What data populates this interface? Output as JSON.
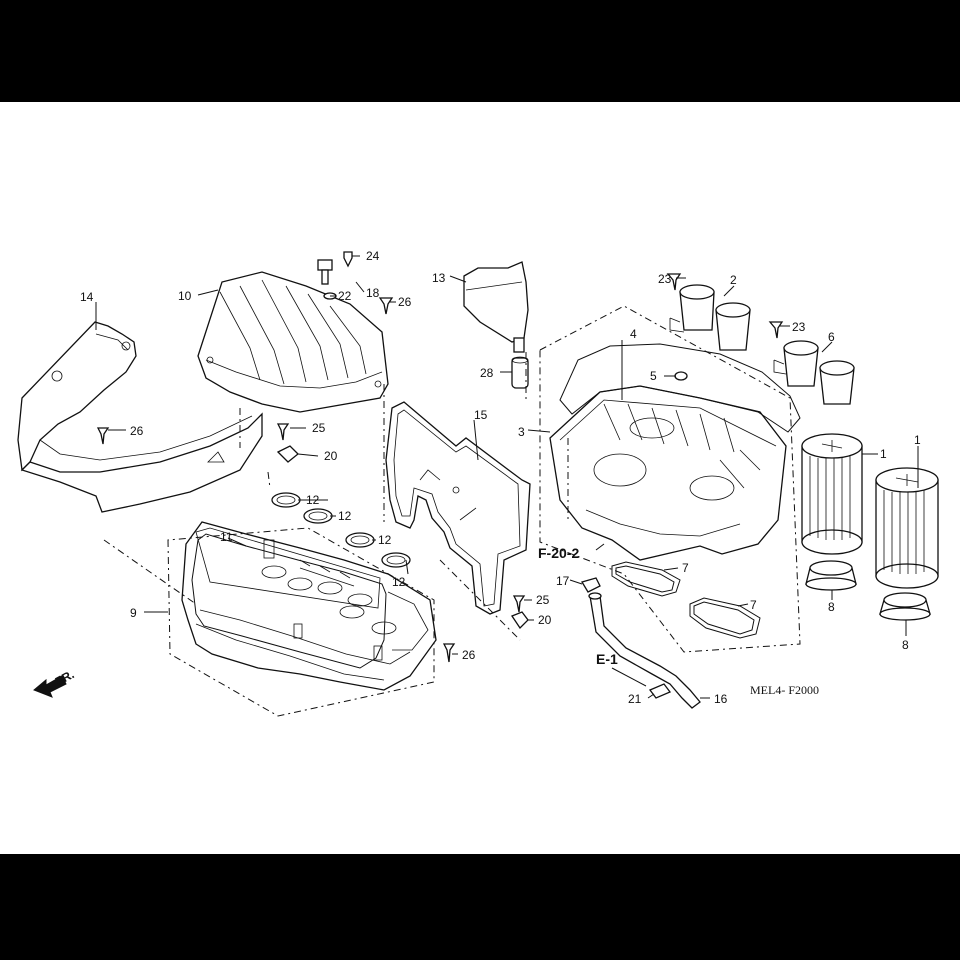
{
  "diagram": {
    "code": "MEL4- F2000",
    "direction_label": "FR.",
    "references": [
      "F-20-2",
      "E-1"
    ],
    "callouts": [
      {
        "id": "c1a",
        "text": "1"
      },
      {
        "id": "c1b",
        "text": "1"
      },
      {
        "id": "c2",
        "text": "2"
      },
      {
        "id": "c3",
        "text": "3"
      },
      {
        "id": "c4",
        "text": "4"
      },
      {
        "id": "c5",
        "text": "5"
      },
      {
        "id": "c6",
        "text": "6"
      },
      {
        "id": "c7a",
        "text": "7"
      },
      {
        "id": "c7b",
        "text": "7"
      },
      {
        "id": "c8a",
        "text": "8"
      },
      {
        "id": "c8b",
        "text": "8"
      },
      {
        "id": "c9",
        "text": "9"
      },
      {
        "id": "c10",
        "text": "10"
      },
      {
        "id": "c11",
        "text": "11"
      },
      {
        "id": "c12a",
        "text": "12"
      },
      {
        "id": "c12b",
        "text": "12"
      },
      {
        "id": "c12c",
        "text": "12"
      },
      {
        "id": "c12d",
        "text": "12"
      },
      {
        "id": "c13",
        "text": "13"
      },
      {
        "id": "c14",
        "text": "14"
      },
      {
        "id": "c15",
        "text": "15"
      },
      {
        "id": "c16",
        "text": "16"
      },
      {
        "id": "c17",
        "text": "17"
      },
      {
        "id": "c18",
        "text": "18"
      },
      {
        "id": "c20a",
        "text": "20"
      },
      {
        "id": "c20b",
        "text": "20"
      },
      {
        "id": "c21",
        "text": "21"
      },
      {
        "id": "c22",
        "text": "22"
      },
      {
        "id": "c23a",
        "text": "23"
      },
      {
        "id": "c23b",
        "text": "23"
      },
      {
        "id": "c24",
        "text": "24"
      },
      {
        "id": "c25a",
        "text": "25"
      },
      {
        "id": "c25b",
        "text": "25"
      },
      {
        "id": "c26a",
        "text": "26"
      },
      {
        "id": "c26b",
        "text": "26"
      },
      {
        "id": "c26c",
        "text": "26"
      },
      {
        "id": "c28",
        "text": "28"
      }
    ]
  }
}
